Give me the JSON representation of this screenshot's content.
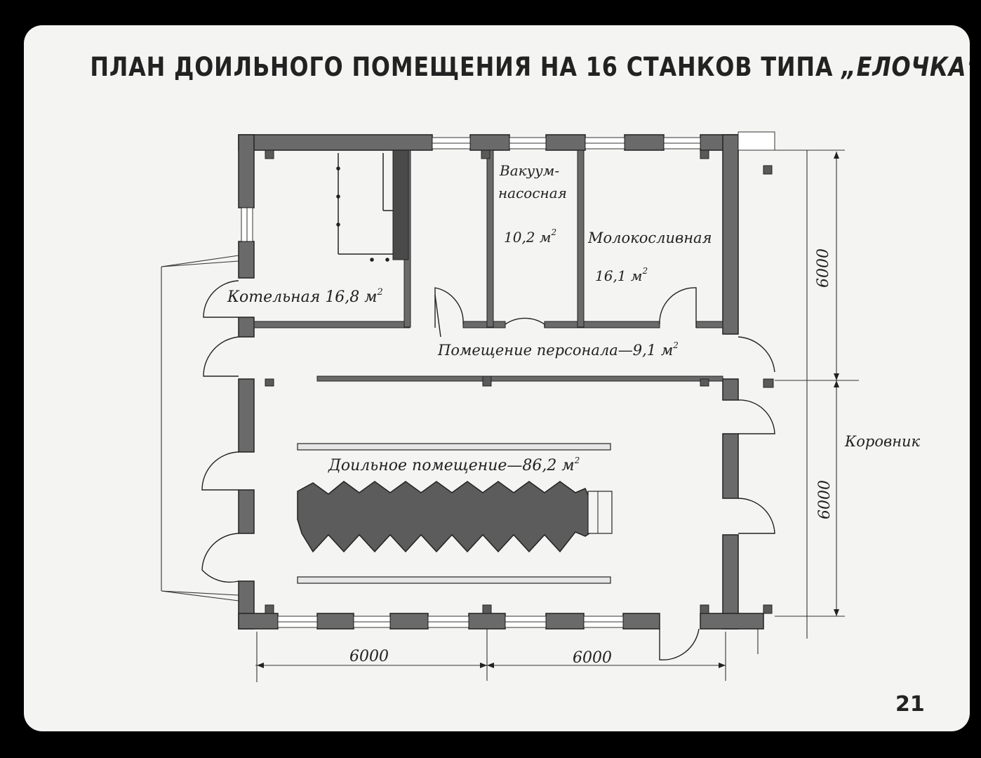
{
  "title": {
    "main": "ПЛАН ДОИЛЬНОГО ПОМЕЩЕНИЯ НА 16 СТАНКОВ ТИПА",
    "quoted": "„ЕЛОЧКА“"
  },
  "rooms": {
    "boiler": {
      "name": "Котельная",
      "area": "16,8 м"
    },
    "vacuum": {
      "name_line1": "Вакуум-",
      "name_line2": "насосная",
      "area": "10,2 м"
    },
    "milk": {
      "name": "Молокосливная",
      "area": "16,1 м"
    },
    "staff": {
      "label": "Помещение персонала—9,1 м"
    },
    "milking": {
      "label": "Доильное помещение—86,2 м"
    }
  },
  "area_unit_exponent": "2",
  "adjacent_building": "Коровник",
  "dimensions": {
    "bottom_left": "6000",
    "bottom_right": "6000",
    "right_top": "6000",
    "right_bottom": "6000"
  },
  "slide_number": "21",
  "colors": {
    "wall": "#6a6a6a",
    "wall_dark": "#4a4a4a",
    "line": "#222222",
    "paper": "#f4f4f2",
    "parlor": "#5c5c5c"
  }
}
